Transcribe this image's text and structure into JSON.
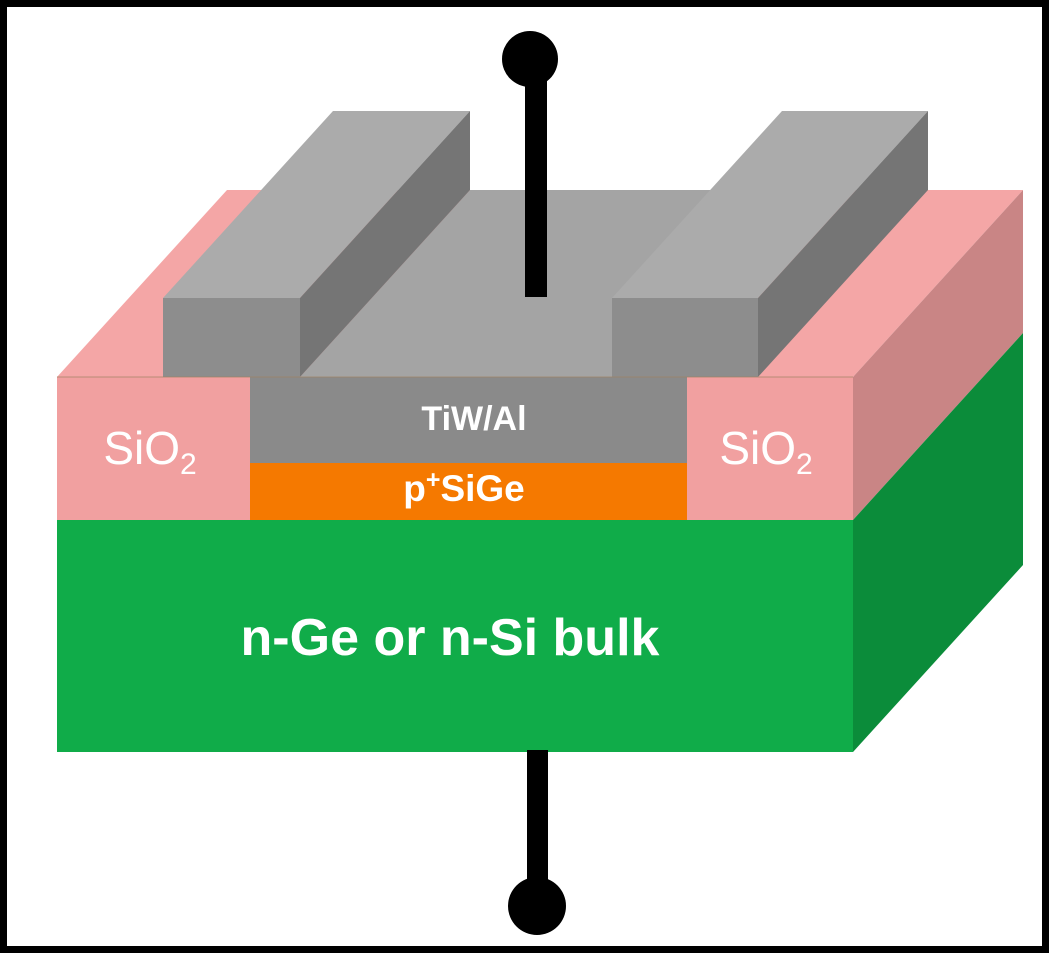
{
  "figure": {
    "kind": "semiconductor-device-3d-schematic",
    "labels": {
      "metal_contact": "TiW/Al",
      "pplus": {
        "p": "p",
        "plus": "+",
        "sige": "SiGe"
      },
      "oxide": {
        "sio": "SiO",
        "two": "2"
      },
      "bulk": "n-Ge or n-Si bulk"
    },
    "colors": {
      "background": "#FFFFFF",
      "frame": "#000000",
      "oxide_top": "#F4A6A6",
      "oxide_front": "#F1A0A0",
      "oxide_side": "#C98585",
      "metal_plate_top": "#A4A4A4",
      "rail_top": "#ABABAB",
      "rail_front": "#8D8D8D",
      "rail_side": "#757575",
      "metal_front": "#8A8A8A",
      "pplus_front": "#F57900",
      "bulk_front": "#10AC49",
      "bulk_side": "#0B8C3A",
      "contact": "#000000",
      "label_text": "#FFFFFF",
      "front_edge_line": "#A08264"
    }
  }
}
